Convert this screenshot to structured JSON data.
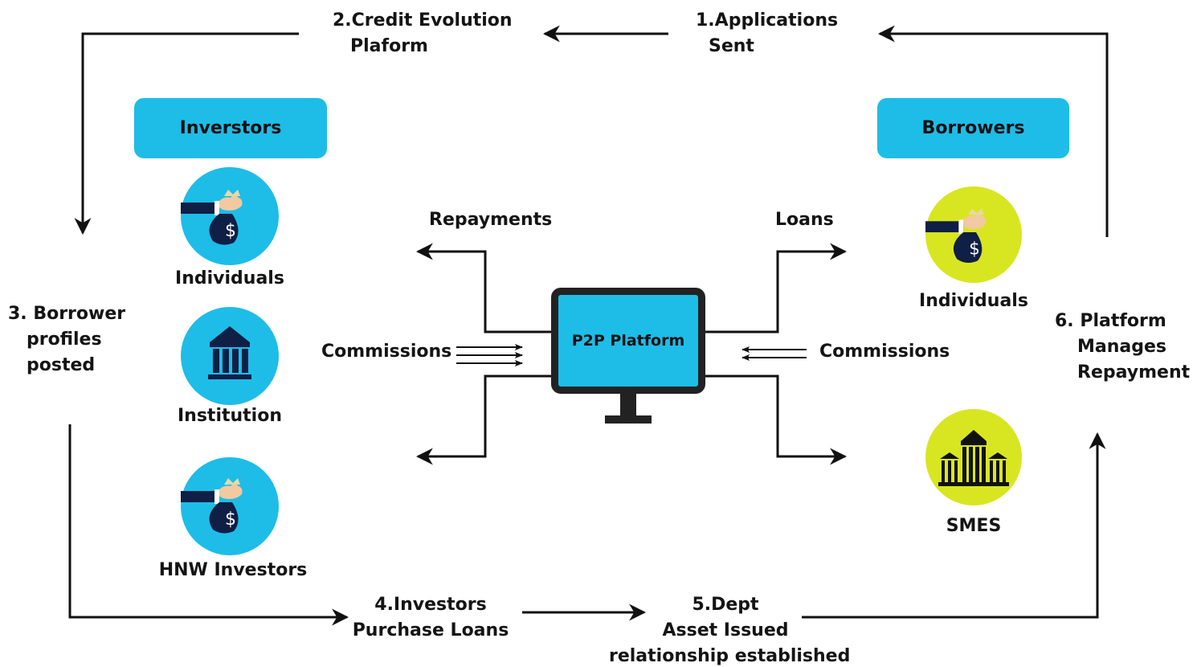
{
  "steps": {
    "s1": [
      "1.Applications",
      "Sent"
    ],
    "s2": [
      "2.Credit Evolution",
      "Plaform"
    ],
    "s3": [
      "3. Borrower",
      "profiles",
      "posted"
    ],
    "s4": [
      "4.Investors",
      "Purchase Loans"
    ],
    "s5": [
      "5.Dept",
      "Asset Issued",
      "relationship established"
    ],
    "s6": [
      "6. Platform",
      "Manages",
      "Repayment"
    ]
  },
  "investors": {
    "header": "Inverstors",
    "items": [
      "Individuals",
      "Institution",
      "HNW Investors"
    ]
  },
  "borrowers": {
    "header": "Borrowers",
    "items": [
      "Individuals",
      "SMES"
    ]
  },
  "platform": {
    "label": "P2P Platform",
    "repayments": "Repayments",
    "loans": "Loans",
    "commissions_left": "Commissions",
    "commissions_right": "Commissions"
  },
  "colors": {
    "investor_accent": "#1dbde8",
    "borrower_accent": "#d8e621",
    "line": "#111111"
  },
  "icons": {
    "investor_individual": "money-bag-hand-icon",
    "investor_institution": "bank-icon",
    "investor_hnw": "money-bag-hand-icon",
    "borrower_individual": "money-bag-hand-icon",
    "borrower_smes": "bank-building-icon",
    "platform": "monitor-icon"
  }
}
